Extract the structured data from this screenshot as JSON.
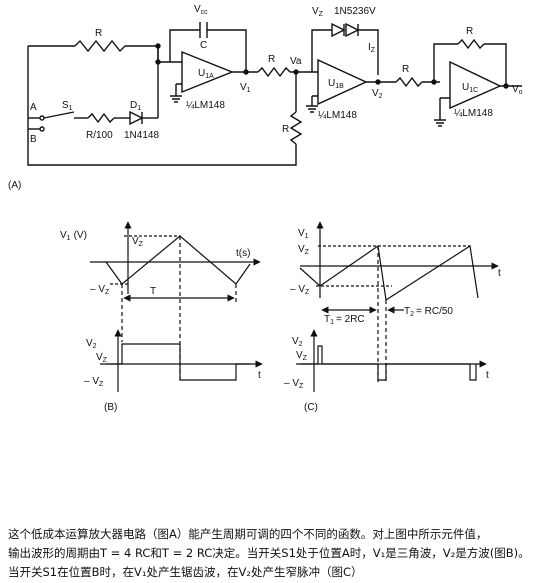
{
  "figure_labels": {
    "a": "(A)",
    "b": "(B)",
    "c": "(C)"
  },
  "circuit": {
    "r_feedback": "R",
    "vcc": "V",
    "vcc_sub": "cc",
    "c": "C",
    "u1a": "U",
    "u1a_sub": "1A",
    "u1a_part": "¼LM148",
    "v1": "V",
    "v1_sub": "1",
    "r_series": "R",
    "va": "Va",
    "r_ground": "R",
    "vz": "V",
    "vz_sub": "Z",
    "zener_part": "1N5236V",
    "iz": "I",
    "iz_sub": "Z",
    "u1b": "U",
    "u1b_sub": "1B",
    "u1b_part": "¼LM148",
    "v2": "V",
    "v2_sub": "2",
    "r3": "R",
    "r4": "R",
    "u1c": "U",
    "u1c_sub": "1C",
    "u1c_part": "¼LM148",
    "vo": "V",
    "vo_sub": "o",
    "switch_a": "A",
    "switch_b": "B",
    "s1": "S",
    "s1_sub": "1",
    "r100": "R/100",
    "d1": "D",
    "d1_sub": "1",
    "diode_part": "1N4148"
  },
  "wave_b": {
    "v1_label": "V",
    "v1_sub": "1",
    "v1_unit": "(V)",
    "vz_pos": "V",
    "vz_pos_sub": "Z",
    "vz_neg": "– V",
    "vz_neg_sub": "Z",
    "t_axis": "t(s)",
    "period": "T",
    "v2_label": "V",
    "v2_sub": "2",
    "v2_vz_pos": "V",
    "v2_vz_pos_sub": "Z",
    "v2_vz_neg": "– V",
    "v2_vz_neg_sub": "Z",
    "v2_t": "t"
  },
  "wave_c": {
    "v1_label": "V",
    "v1_sub": "1",
    "vz_pos": "V",
    "vz_pos_sub": "Z",
    "vz_neg": "– V",
    "vz_neg_sub": "Z",
    "t_axis": "t",
    "t1": "T",
    "t1_sub": "1",
    "t1_val": "= 2RC",
    "t2": "T",
    "t2_sub": "2",
    "t2_val": "= RC/50",
    "v2_label": "V",
    "v2_sub": "2",
    "v2_vz_pos": "V",
    "v2_vz_pos_sub": "Z",
    "v2_vz_neg": "– V",
    "v2_vz_neg_sub": "Z",
    "v2_t": "t"
  },
  "caption": {
    "line1": "这个低成本运算放大器电路（图A）能产生周期可调的四个不同的函数。对上图中所示元件值，",
    "line2": "输出波形的周期由T = 4 RC和T = 2 RC决定。当开关S1处于位置A时，V₁是三角波，V₂是方波(图B)。",
    "line3": "当开关S1在位置B时，在V₁处产生锯齿波，在V₂处产生窄脉冲（图C）"
  }
}
